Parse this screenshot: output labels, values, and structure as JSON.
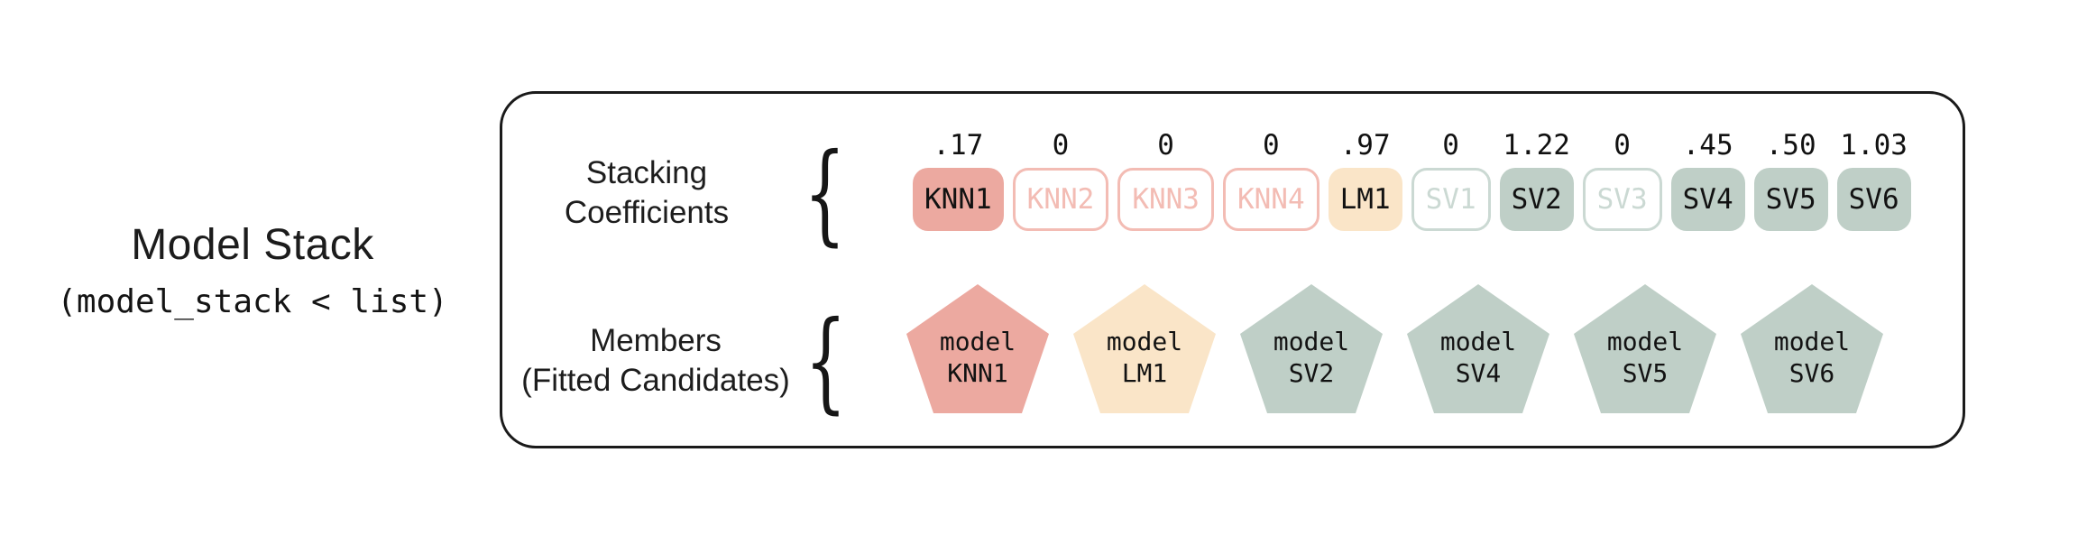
{
  "title": {
    "main": "Model Stack",
    "code": "(model_stack < list)"
  },
  "box": {
    "coefficients_label_line1": "Stacking",
    "coefficients_label_line2": "Coefficients",
    "members_label_line1": "Members",
    "members_label_line2": "(Fitted Candidates)",
    "brace_glyph": "{"
  },
  "chips": [
    {
      "label": "KNN1",
      "coefficient": ".17",
      "family": "salmon",
      "variant": "filled"
    },
    {
      "label": "KNN2",
      "coefficient": "0",
      "family": "salmon",
      "variant": "outline"
    },
    {
      "label": "KNN3",
      "coefficient": "0",
      "family": "salmon",
      "variant": "outline"
    },
    {
      "label": "KNN4",
      "coefficient": "0",
      "family": "salmon",
      "variant": "outline"
    },
    {
      "label": "LM1",
      "coefficient": ".97",
      "family": "cream",
      "variant": "filled"
    },
    {
      "label": "SV1",
      "coefficient": "0",
      "family": "sage",
      "variant": "outline"
    },
    {
      "label": "SV2",
      "coefficient": "1.22",
      "family": "sage",
      "variant": "filled"
    },
    {
      "label": "SV3",
      "coefficient": "0",
      "family": "sage",
      "variant": "outline"
    },
    {
      "label": "SV4",
      "coefficient": ".45",
      "family": "sage",
      "variant": "filled"
    },
    {
      "label": "SV5",
      "coefficient": ".50",
      "family": "sage",
      "variant": "filled"
    },
    {
      "label": "SV6",
      "coefficient": "1.03",
      "family": "sage",
      "variant": "filled"
    }
  ],
  "members": [
    {
      "line1": "model",
      "line2": "KNN1",
      "family": "salmon"
    },
    {
      "line1": "model",
      "line2": "LM1",
      "family": "cream"
    },
    {
      "line1": "model",
      "line2": "SV2",
      "family": "sage"
    },
    {
      "line1": "model",
      "line2": "SV4",
      "family": "sage"
    },
    {
      "line1": "model",
      "line2": "SV5",
      "family": "sage"
    },
    {
      "line1": "model",
      "line2": "SV6",
      "family": "sage"
    }
  ],
  "colors": {
    "salmon_fill": "#ECA9A0",
    "salmon_light": "#F3BCB4",
    "cream_fill": "#FAE5C8",
    "sage_fill": "#BFCFC7",
    "sage_light": "#CBD9D3",
    "ink": "#141414",
    "box_border": "#1a1a1a",
    "background": "#ffffff"
  }
}
